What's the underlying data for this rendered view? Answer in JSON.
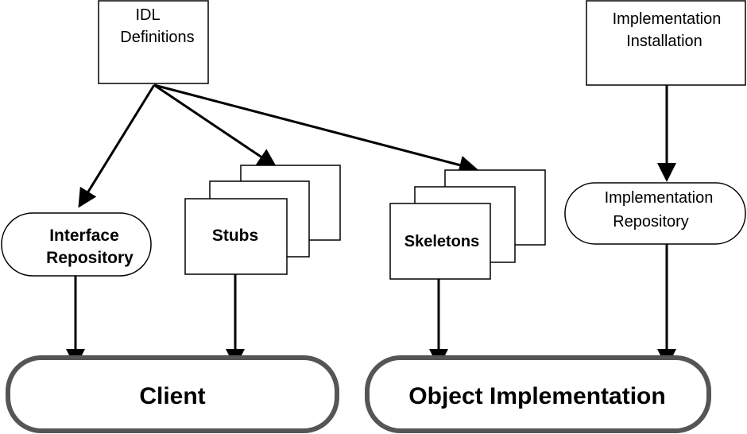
{
  "nodes": {
    "idl": {
      "line1": "IDL",
      "line2": "Definitions"
    },
    "impl_install": {
      "line1": "Implementation",
      "line2": "Installation"
    },
    "interface_repo": {
      "line1": "Interface",
      "line2": "Repository"
    },
    "stubs": {
      "label": "Stubs"
    },
    "skeletons": {
      "label": "Skeletons"
    },
    "impl_repo": {
      "line1": "Implementation",
      "line2": "Repository"
    },
    "client": {
      "label": "Client"
    },
    "object_impl": {
      "label": "Object Implementation"
    }
  },
  "edges": [
    {
      "from": "IDL Definitions",
      "to": "Interface Repository"
    },
    {
      "from": "IDL Definitions",
      "to": "Stubs"
    },
    {
      "from": "IDL Definitions",
      "to": "Skeletons"
    },
    {
      "from": "Implementation Installation",
      "to": "Implementation Repository"
    },
    {
      "from": "Interface Repository",
      "to": "Client"
    },
    {
      "from": "Stubs",
      "to": "Client"
    },
    {
      "from": "Skeletons",
      "to": "Object Implementation"
    },
    {
      "from": "Implementation Repository",
      "to": "Object Implementation"
    }
  ]
}
